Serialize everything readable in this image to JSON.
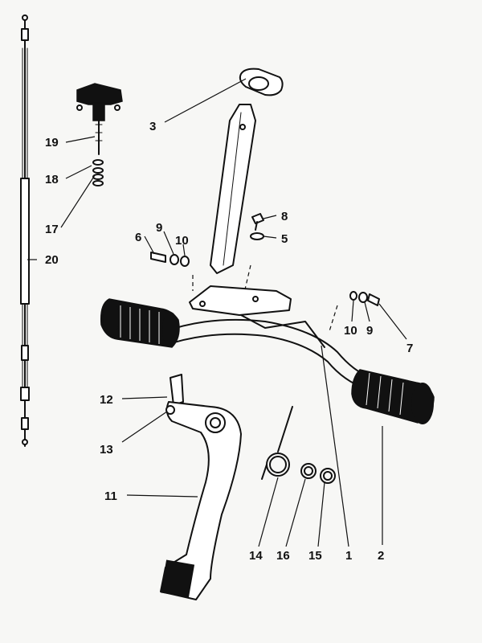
{
  "diagram": {
    "callouts": [
      {
        "id": "c1",
        "text": "1"
      },
      {
        "id": "c2",
        "text": "2"
      },
      {
        "id": "c3",
        "text": "3"
      },
      {
        "id": "c5",
        "text": "5"
      },
      {
        "id": "c6",
        "text": "6"
      },
      {
        "id": "c7",
        "text": "7"
      },
      {
        "id": "c8",
        "text": "8"
      },
      {
        "id": "c9a",
        "text": "9"
      },
      {
        "id": "c9b",
        "text": "9"
      },
      {
        "id": "c10a",
        "text": "10"
      },
      {
        "id": "c10b",
        "text": "10"
      },
      {
        "id": "c11",
        "text": "11"
      },
      {
        "id": "c12",
        "text": "12"
      },
      {
        "id": "c13",
        "text": "13"
      },
      {
        "id": "c14",
        "text": "14"
      },
      {
        "id": "c15",
        "text": "15"
      },
      {
        "id": "c16",
        "text": "16"
      },
      {
        "id": "c17",
        "text": "17"
      },
      {
        "id": "c18",
        "text": "18"
      },
      {
        "id": "c19",
        "text": "19"
      },
      {
        "id": "c20",
        "text": "20"
      }
    ]
  }
}
